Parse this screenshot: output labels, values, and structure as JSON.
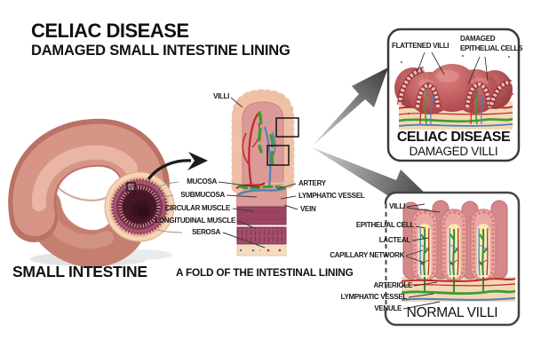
{
  "title": {
    "line1": "CELIAC DISEASE",
    "line2": "DAMAGED SMALL INTESTINE LINING"
  },
  "small_intestine_label": "SMALL INTESTINE",
  "fold_caption": "A FOLD OF THE INTESTINAL LINING",
  "cross_section": {
    "labels": [
      "MUCOSA",
      "SUBMUCOSA",
      "CIRCULAR MUSCLE",
      "LONGITUDINAL MUSCLE",
      "SEROSA"
    ]
  },
  "fold": {
    "villi": "VILLI",
    "artery": "ARTERY",
    "lymphatic_vessel": "LYMPHATIC VESSEL",
    "vein": "VEIN"
  },
  "damaged_box": {
    "flattened_villi": "FLATTENED VILLI",
    "damaged_epithelial_cells": "DAMAGED EPITHELIAL CELLS",
    "caption_line1": "CELIAC DISEASE",
    "caption_line2": "DAMAGED VILLI"
  },
  "normal_box": {
    "labels": [
      "VILLI",
      "EPITHELIAL CELL",
      "LACTEAL",
      "CAPILLARY NETWORK",
      "ARTERIOLE",
      "LYMPHATIC VESSEL",
      "VENULE"
    ],
    "caption": "NORMAL VILLI"
  },
  "colors": {
    "artery_red": "#c0272d",
    "lymphatic_green": "#3f9b35",
    "vein_blue": "#4a7fc1",
    "tissue_pink": "#db9a97",
    "muscle_maroon": "#9c4462"
  }
}
